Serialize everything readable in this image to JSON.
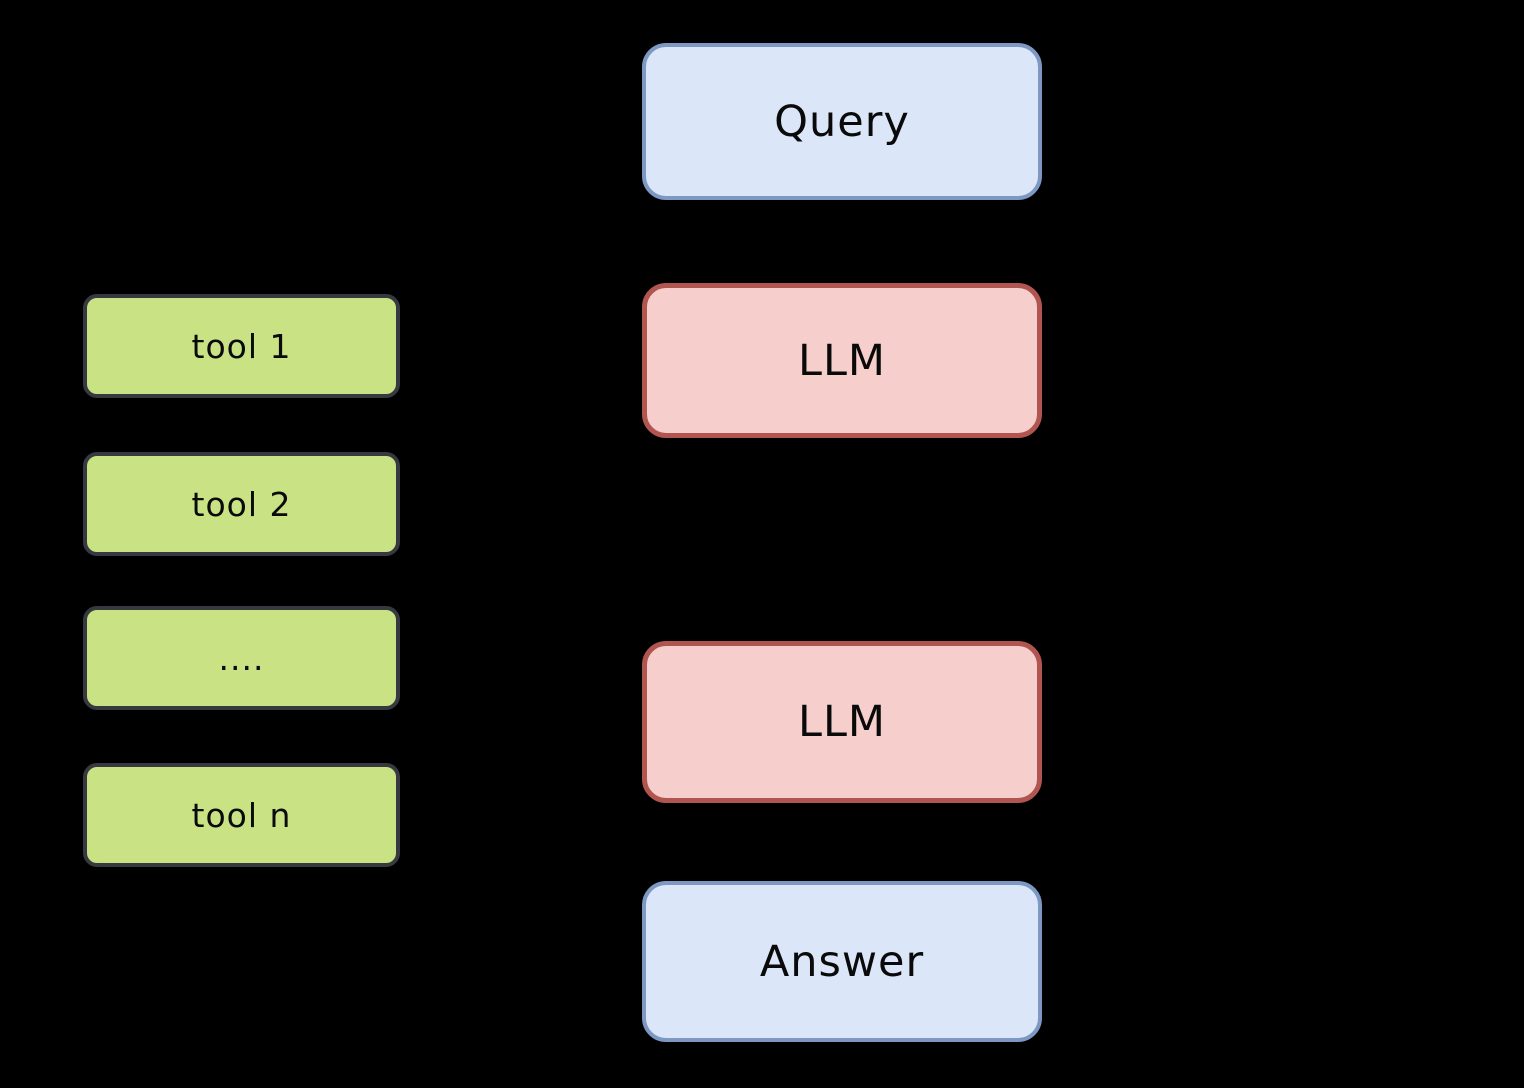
{
  "colors": {
    "canvas_bg": "#000000",
    "tool_fill": "#c9e284",
    "tool_border": "#36393f",
    "io_fill": "#dbe7f8",
    "io_border": "#7d98c3",
    "llm_fill": "#f6cecb",
    "llm_border": "#b15551"
  },
  "tools": {
    "items": [
      {
        "label": "tool 1"
      },
      {
        "label": "tool 2"
      },
      {
        "label": "...."
      },
      {
        "label": "tool n"
      }
    ]
  },
  "flow": {
    "nodes": [
      {
        "label": "Query",
        "kind": "input"
      },
      {
        "label": "LLM",
        "kind": "model"
      },
      {
        "label": "LLM",
        "kind": "model"
      },
      {
        "label": "Answer",
        "kind": "output"
      }
    ]
  }
}
